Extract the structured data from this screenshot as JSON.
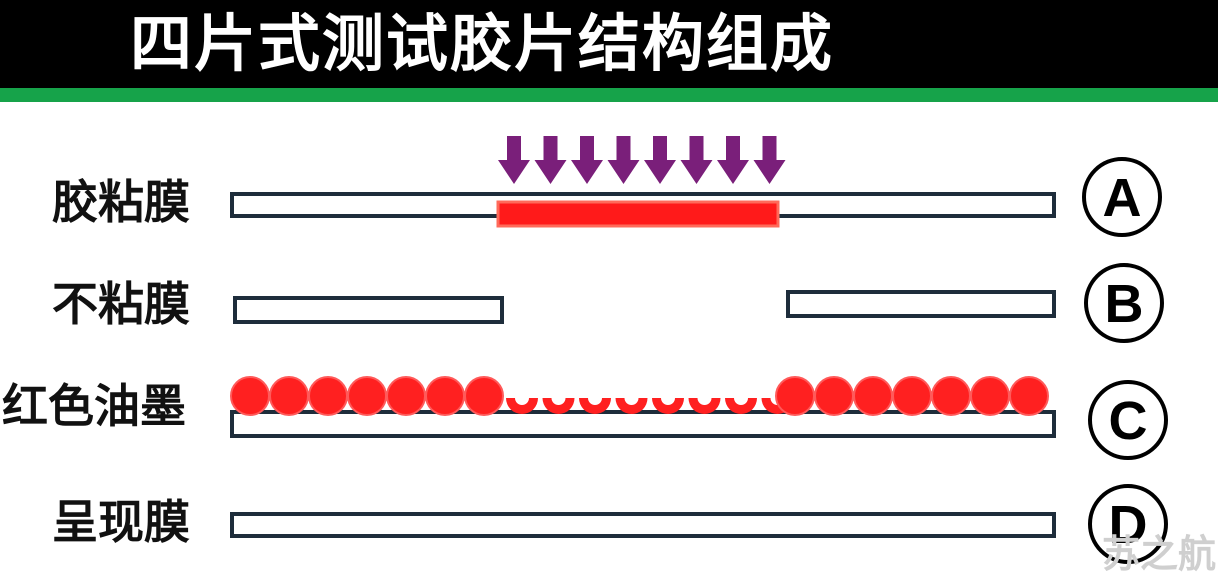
{
  "title": "四片式测试胶片结构组成",
  "colors": {
    "title_bg": "#000000",
    "accent_green": "#16a34a",
    "film_outline": "#1e2d3b",
    "adhesive_red": "#ff1a1a",
    "arrow_purple": "#7a1f7a",
    "ink_red": "#ff2020"
  },
  "layers": [
    {
      "label": "胶粘膜",
      "marker": "A"
    },
    {
      "label": "不粘膜",
      "marker": "B"
    },
    {
      "label": "红色油墨",
      "marker": "C"
    },
    {
      "label": "呈现膜",
      "marker": "D"
    }
  ],
  "pressure_arrow_icon": "down-arrow-icon",
  "watermark": "苏之航"
}
